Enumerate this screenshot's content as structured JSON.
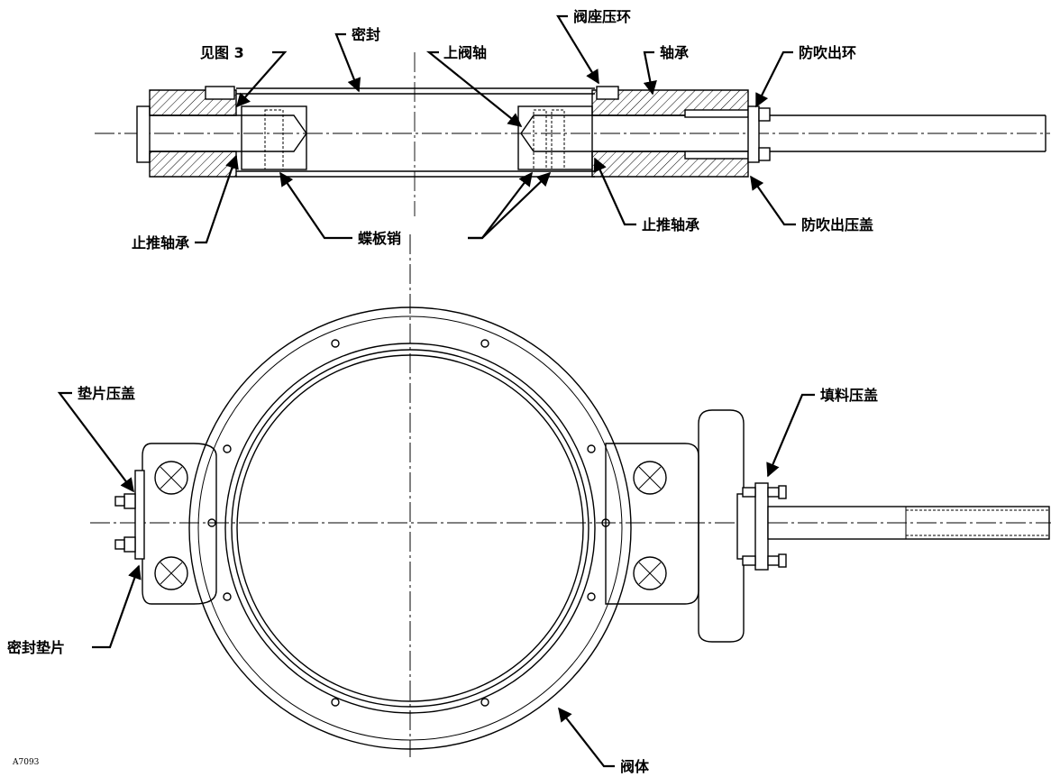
{
  "drawing": {
    "code": "A7093",
    "labels": {
      "see_fig": "见图 3",
      "seal": "密封",
      "upper_shaft": "上阀轴",
      "seat_ring": "阀座压环",
      "bearing": "轴承",
      "blowout_ring": "防吹出环",
      "thrust_bearing_left": "止推轴承",
      "disc_pin": "蝶板销",
      "thrust_bearing_right": "止推轴承",
      "blowout_gland": "防吹出压盖",
      "gasket_gland": "垫片压盖",
      "packing_gland": "填料压盖",
      "seal_gasket": "密封垫片",
      "body": "阀体"
    }
  }
}
